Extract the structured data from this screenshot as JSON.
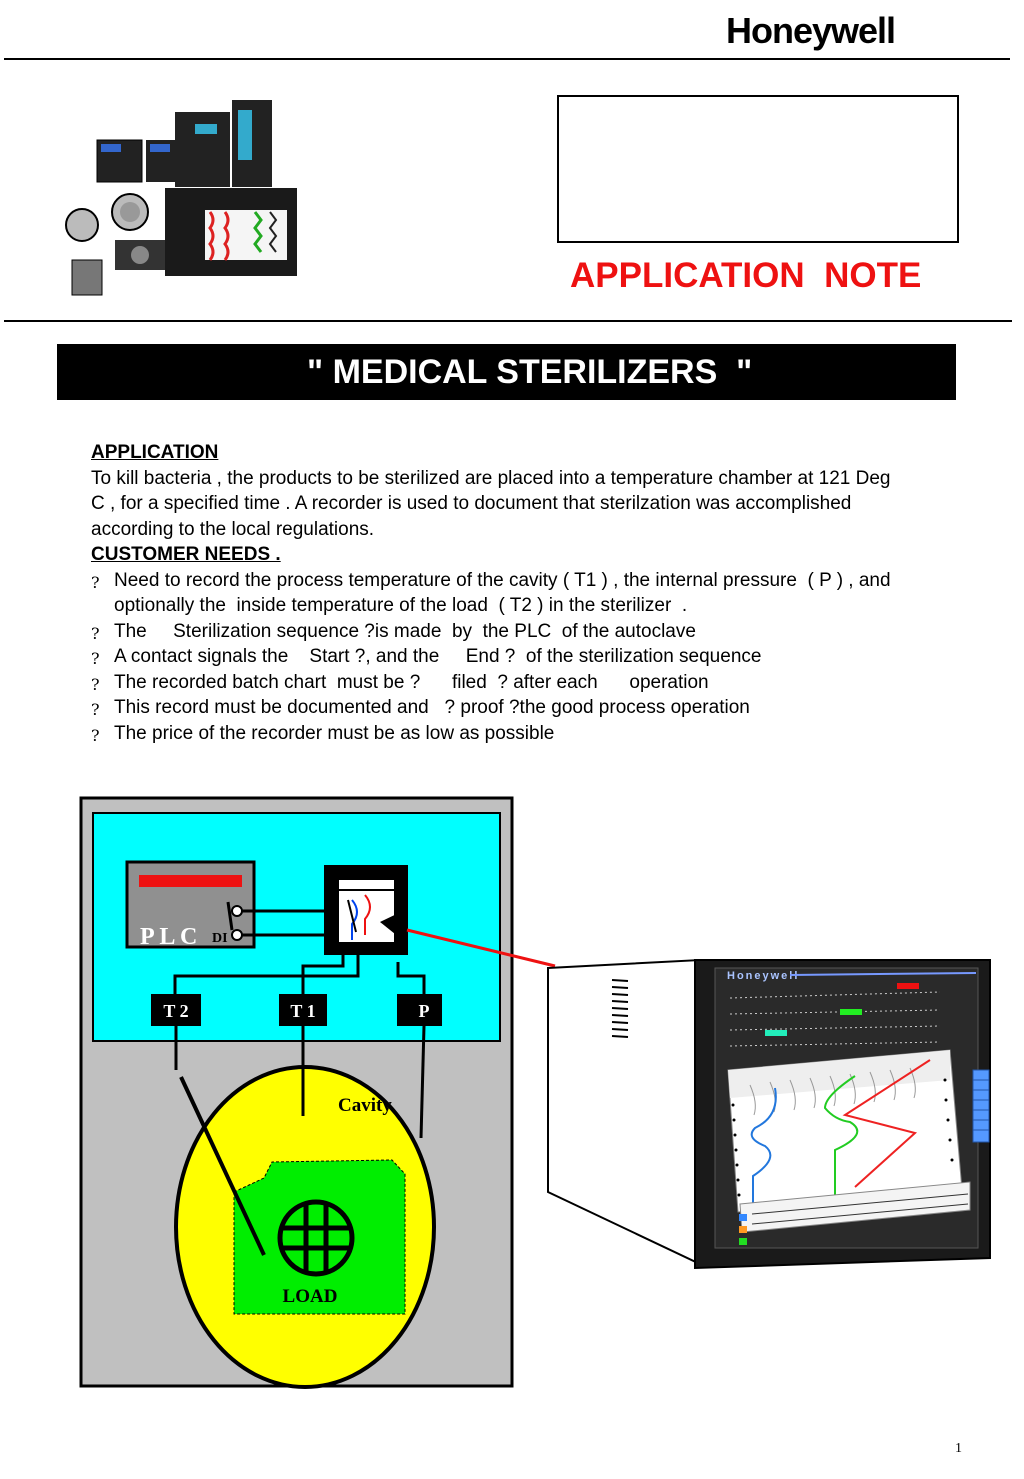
{
  "header": {
    "brand": "Honeywell",
    "note_label": "APPLICATION  NOTE"
  },
  "banner": {
    "title": "\" MEDICAL STERILIZERS  \""
  },
  "application": {
    "heading": "APPLICATION",
    "text": "To kill bacteria , the products to be sterilized are placed into a temperature chamber at 121 Deg C , for a specified  time . A recorder is used to document that sterilzation was accomplished according to the local  regulations."
  },
  "customer_needs": {
    "heading": "CUSTOMER NEEDS .",
    "bullet_marker": "?",
    "items": [
      "Need to record the process temperature of the cavity ( T1 ) , the internal pressure  ( P ) , and  optionally the  inside temperature of the load  ( T2 ) in the sterilizer  .",
      "The     Sterilization sequence ?is made  by  the PLC  of the autoclave",
      "A contact signals the    Start ?, and the     End ?  of the sterilization sequence",
      "The recorded batch chart  must be ?      filed  ? after each      operation",
      "This record must be documented and   ? proof ?the good process operation",
      "The price of the recorder must be as low as possible"
    ]
  },
  "diagram": {
    "plc_label": "P L C",
    "di_label": "DI",
    "t2_label": "T 2",
    "t1_label": "T 1",
    "p_label": "P",
    "cavity_label": "Cavity",
    "load_label": "LOAD",
    "recorder_brand": "Honeywell"
  },
  "page_number": "1",
  "colors": {
    "accent_red": "#ee1111",
    "panel_cyan": "#00ffff",
    "cavity_yellow": "#ffff00",
    "load_green": "#00ee00",
    "housing_gray": "#c0c0c0"
  }
}
